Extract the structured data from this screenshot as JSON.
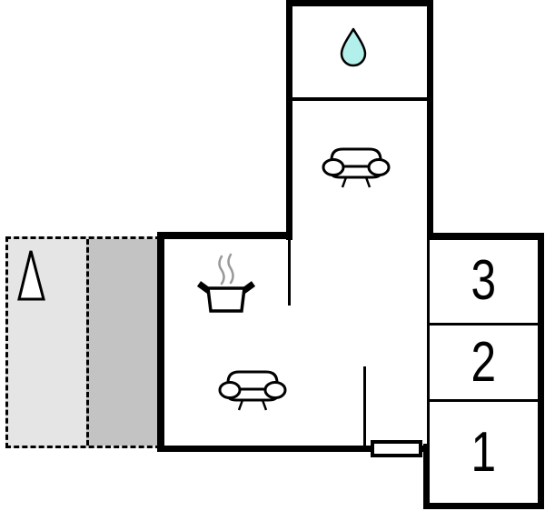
{
  "floorplan": {
    "type": "apartment-floor-plan",
    "rooms": [
      {
        "name": "bedroom-3",
        "label": "3"
      },
      {
        "name": "bedroom-2",
        "label": "2"
      },
      {
        "name": "bedroom-1",
        "label": "1"
      },
      {
        "name": "bathroom",
        "label": "",
        "icon": "water-drop-icon"
      },
      {
        "name": "living-room",
        "label": "",
        "icon": "sofa-icon"
      },
      {
        "name": "kitchen-lounge",
        "label": "",
        "icons": [
          "cooking-pot-icon",
          "sofa-icon"
        ]
      },
      {
        "name": "terrace",
        "label": "",
        "icon": "north-arrow-icon"
      }
    ],
    "markers": [
      {
        "name": "door-marker"
      }
    ]
  },
  "colors": {
    "wall": "#000000",
    "background": "#ffffff",
    "terrace_light": "#e5e5e5",
    "terrace_dark": "#c3c3c3",
    "water_drop": "#b4f0eb",
    "steam": "#999999"
  }
}
